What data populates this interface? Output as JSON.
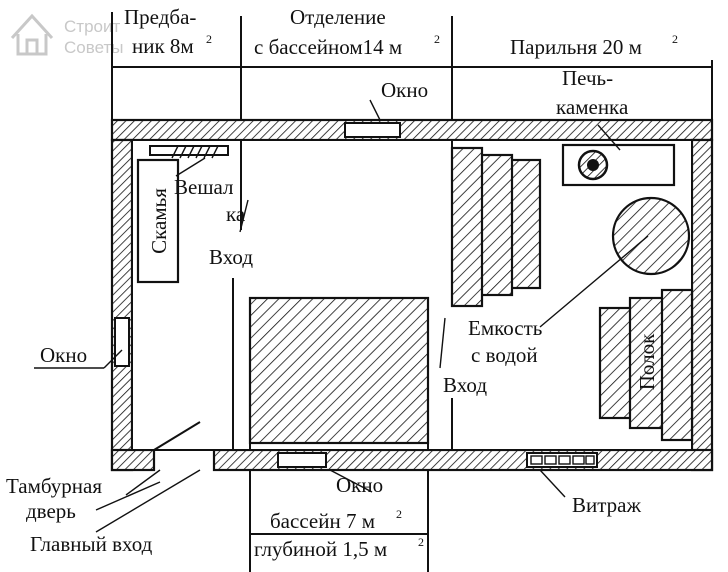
{
  "watermark": {
    "line1": "Строит",
    "line2": "Советы"
  },
  "labels": {
    "predbannik_1": "Предба-",
    "predbannik_2": "ник 8м",
    "predbannik_sup": "2",
    "pool_room_1": "Отделение",
    "pool_room_2": "с бассейном14 м",
    "pool_room_sup": "2",
    "parilka": "Парильня 20 м",
    "parilka_sup": "2",
    "window_top": "Окно",
    "stove_1": "Печь-",
    "stove_2": "каменка",
    "bench": "Скамья",
    "hanger_1": "Вешал",
    "hanger_2": "ка",
    "entrance_left": "Вход",
    "window_left": "Окно",
    "tank_1": "Емкость",
    "tank_2": "с водой",
    "shelf": "Полок",
    "entrance_right": "Вход",
    "vestibule_1": "Тамбурная",
    "vestibule_2": "дверь",
    "window_bottom": "Окно",
    "main_entrance": "Главный вход",
    "stained_glass": "Витраж",
    "pool_size": "бассейн 7 м",
    "pool_size_sup": "2",
    "pool_depth": "глубиной 1,5 м",
    "pool_depth_sup": "2"
  }
}
